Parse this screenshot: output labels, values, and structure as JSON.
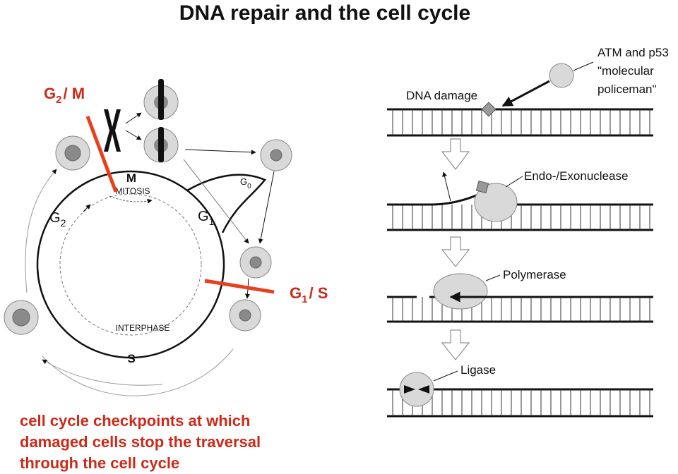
{
  "title": "DNA repair and the cell cycle",
  "cycle": {
    "phase_m": "M",
    "mitosis": "MITOSIS",
    "interphase": "INTERPHASE",
    "phase_s": "S",
    "g2": "G",
    "g2_sub": "2",
    "g1": "G",
    "g1_sub": "1",
    "g0": "G",
    "g0_sub": "0"
  },
  "checkpoints": {
    "g2m_main": "G",
    "g2m_sub": "2",
    "g2m_tail": "/ M",
    "g1s_main": "G",
    "g1s_sub": "1",
    "g1s_tail": "/ S",
    "caption": [
      "cell cycle checkpoints at which",
      "damaged cells stop the traversal",
      "through the cell cycle"
    ]
  },
  "repair": {
    "atm": [
      "ATM and p53",
      "\"molecular",
      "policeman\""
    ],
    "dna_damage": "DNA damage",
    "endo_exo": "Endo-/Exonuclease",
    "polymerase": "Polymerase",
    "ligase": "Ligase"
  },
  "colors": {
    "checkpoint_red": "#e8401c",
    "text_red": "#cc2a1a",
    "cell_fill": "#d9d9d9",
    "nucleus_fill": "#8a8a8a"
  }
}
